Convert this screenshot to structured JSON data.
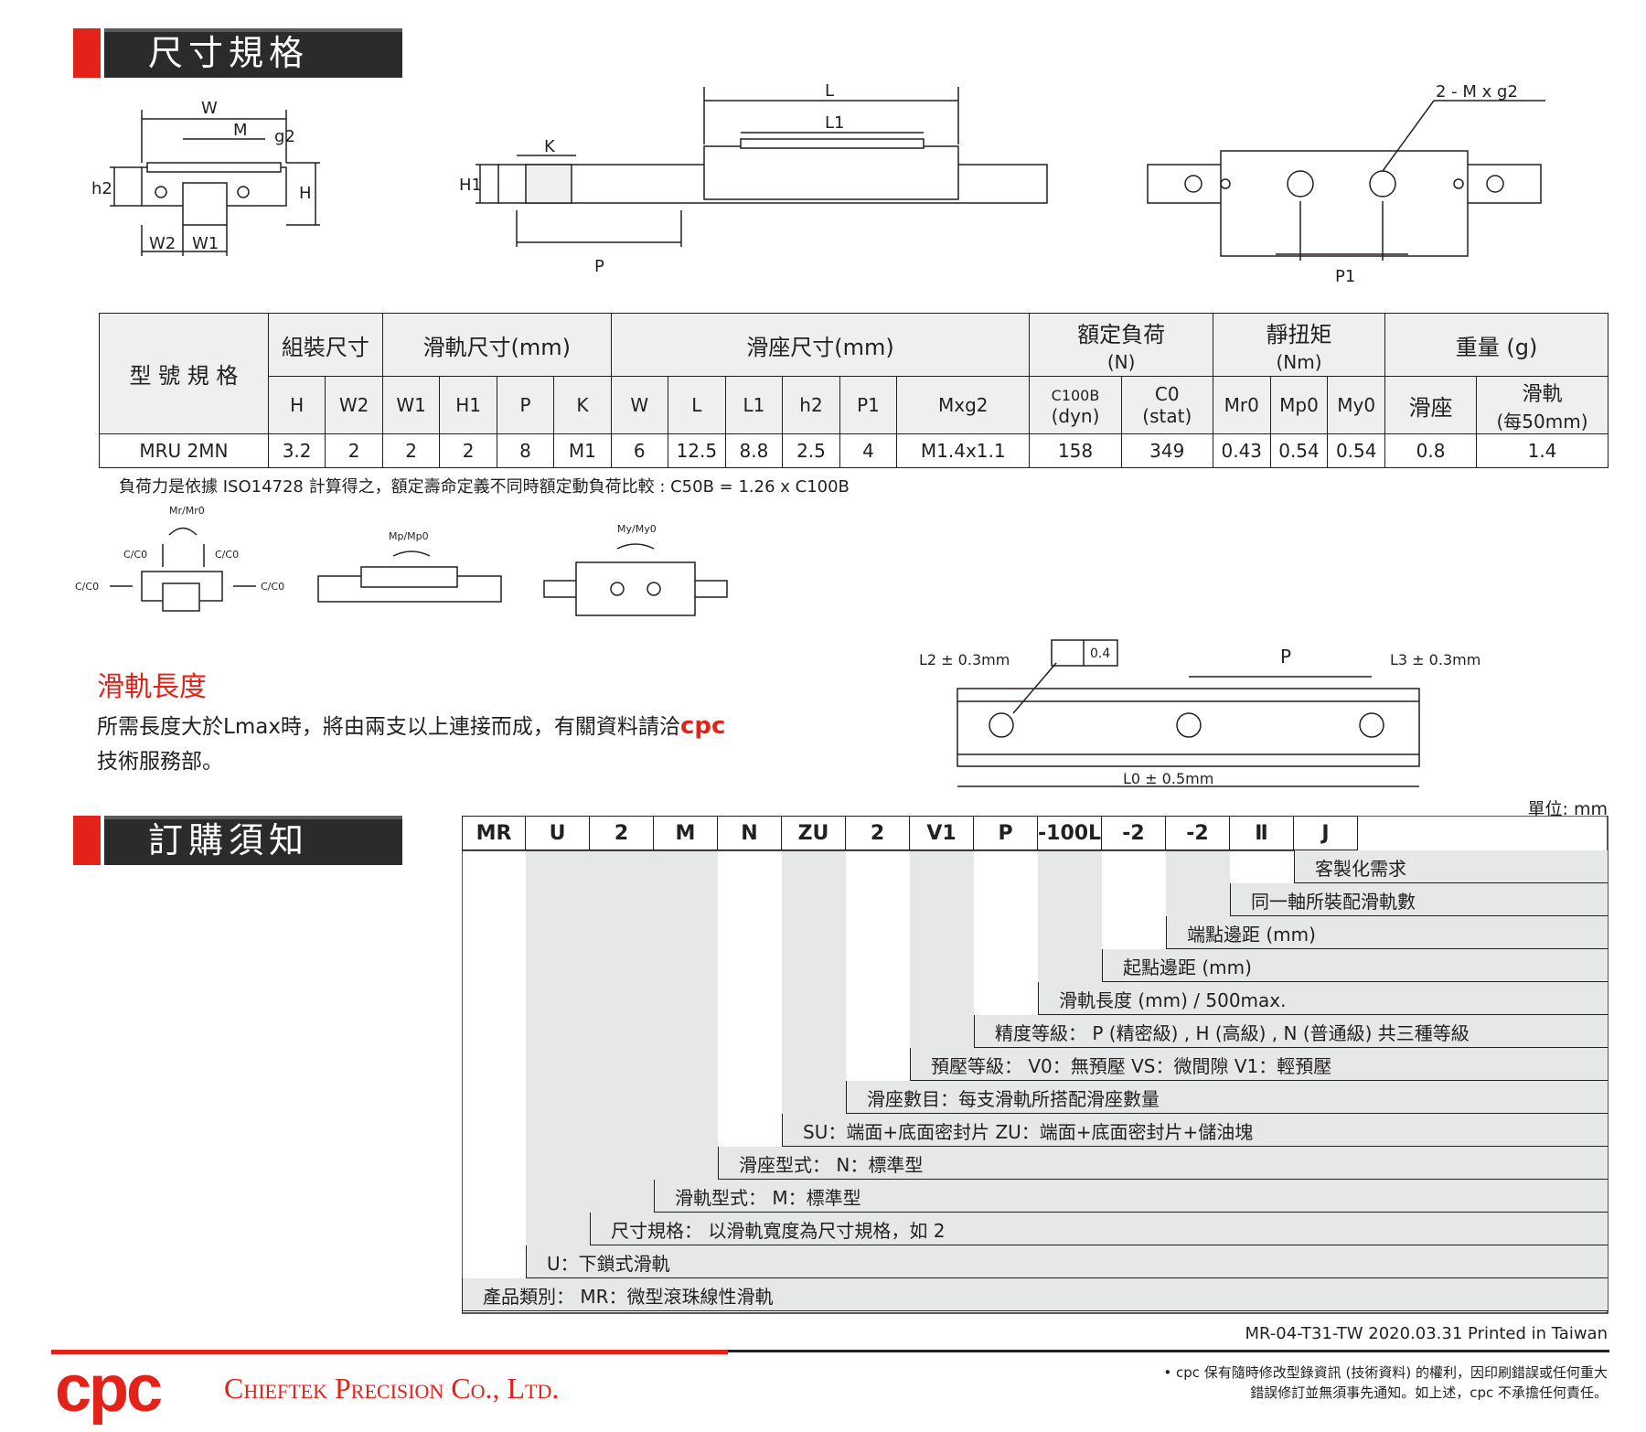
{
  "sections": {
    "spec_title": "尺寸規格",
    "order_title": "訂購須知"
  },
  "drawing_labels": {
    "W": "W",
    "M": "M",
    "g2": "g2",
    "h2": "h2",
    "H": "H",
    "W2": "W2",
    "W1": "W1",
    "L": "L",
    "L1": "L1",
    "K": "K",
    "H1": "H1",
    "P": "P",
    "P1": "P1",
    "Mxg2": "2 - M x g2"
  },
  "table": {
    "model_header": "型 號 規 格",
    "group_assembly": "組裝尺寸",
    "group_rail": "滑軌尺寸(mm)",
    "group_block": "滑座尺寸(mm)",
    "group_load": "額定負荷",
    "group_load_unit": "(N)",
    "group_torque": "靜扭矩",
    "group_torque_unit": "(Nm)",
    "group_weight": "重量 (g)",
    "col_H": "H",
    "col_W2": "W2",
    "col_W1": "W1",
    "col_H1": "H1",
    "col_P": "P",
    "col_K": "K",
    "col_W": "W",
    "col_L": "L",
    "col_L1": "L1",
    "col_h2": "h2",
    "col_P1": "P1",
    "col_Mxg2": "Mxg2",
    "col_C100B": "C100B",
    "col_C100B_sub": "(dyn)",
    "col_C0": "C0",
    "col_C0_sub": "(stat)",
    "col_Mr0": "Mr0",
    "col_Mp0": "Mp0",
    "col_My0": "My0",
    "col_block": "滑座",
    "col_rail": "滑軌",
    "col_rail_sub": "(每50mm)",
    "row": [
      "MRU 2MN",
      "3.2",
      "2",
      "2",
      "2",
      "8",
      "M1",
      "6",
      "12.5",
      "8.8",
      "2.5",
      "4",
      "M1.4x1.1",
      "158",
      "349",
      "0.43",
      "0.54",
      "0.54",
      "0.8",
      "1.4"
    ]
  },
  "note": "負荷力是依據 ISO14728 計算得之，額定壽命定義不同時額定動負荷比較 : C50B = 1.26 x C100B",
  "load_labels": {
    "mr": "Mr/Mr0",
    "mp": "Mp/Mp0",
    "my": "My/My0",
    "cc": "C/C0"
  },
  "rail_length": {
    "title": "滑軌長度",
    "text1": "所需長度大於Lmax時，將由兩支以上連接而成，有關資料請洽",
    "brand": "cpc",
    "text2": "技術服務部。",
    "L2": "L2 ± 0.3mm",
    "L3": "L3 ± 0.3mm",
    "P": "P",
    "L0": "L0 ± 0.5mm",
    "tol": "0.4"
  },
  "order": {
    "unit": "單位: mm",
    "codes": [
      "MR",
      "U",
      "2",
      "M",
      "N",
      "ZU",
      "2",
      "V1",
      "P",
      "-100L",
      "-2",
      "-2",
      "Ⅱ",
      "J"
    ],
    "descs": [
      "客製化需求",
      "同一軸所裝配滑軌數",
      "端點邊距 (mm)",
      "起點邊距 (mm)",
      "滑軌長度 (mm) / 500max.",
      "精度等級：  P (精密級) , H (高級) , N (普通級) 共三種等級",
      "預壓等級：  V0：無預壓      VS：微間隙      V1：輕預壓",
      "滑座數目：每支滑軌所搭配滑座數量",
      "SU：端面+底面密封片        ZU：端面+底面密封片+儲油塊",
      "滑座型式：  N：標準型",
      "滑軌型式：  M：標準型",
      "尺寸規格：  以滑軌寬度為尺寸規格，如 2",
      "U：下鎖式滑軌",
      "產品類別：  MR：微型滾珠線性滑軌"
    ]
  },
  "footer": {
    "docno": "MR-04-T31-TW     2020.03.31 Printed in Taiwan",
    "logo": "cpc",
    "company": "Chieftek Precision Co., Ltd.",
    "disclaimer1": "• cpc 保有隨時修改型錄資訊 (技術資料) 的權利，因印刷錯誤或任何重大",
    "disclaimer2": "錯誤修訂並無須事先通知。如上述，cpc 不承擔任何責任。"
  },
  "colors": {
    "accent": "#e32219",
    "dark": "#2b2b2b",
    "grey": "#e6e7e8"
  }
}
